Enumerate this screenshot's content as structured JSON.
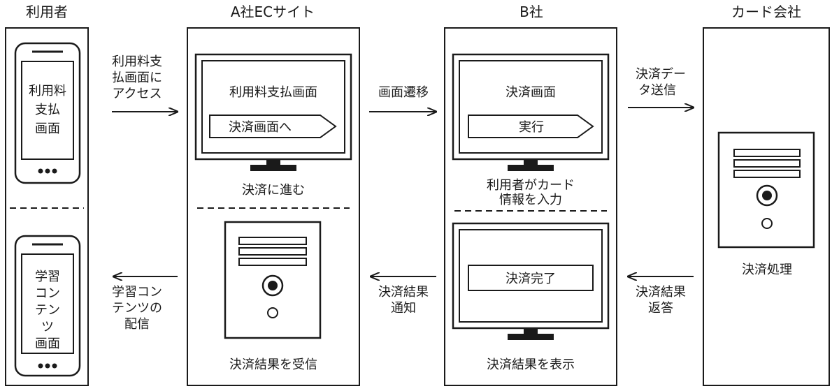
{
  "columns": {
    "user": {
      "title": "利用者"
    },
    "ec": {
      "title": "A社ECサイト"
    },
    "b": {
      "title": "B社"
    },
    "card": {
      "title": "カード会社"
    }
  },
  "user": {
    "phone_top_lines": [
      "利用料",
      "支払",
      "画面"
    ],
    "phone_bottom_lines": [
      "学習",
      "コン",
      "テン",
      "ツ",
      "画面"
    ]
  },
  "ec": {
    "monitor_title": "利用料支払画面",
    "monitor_button": "決済画面へ",
    "top_caption": "決済に進む",
    "bottom_caption": "決済結果を受信"
  },
  "b": {
    "monitor_title": "決済画面",
    "monitor_button": "実行",
    "top_caption_lines": [
      "利用者がカード",
      "情報を入力"
    ],
    "result_box": "決済完了",
    "bottom_caption": "決済結果を表示"
  },
  "card": {
    "caption": "決済処理"
  },
  "arrows": {
    "access": [
      "利用料支",
      "払画面に",
      "アクセス"
    ],
    "transition": [
      "画面遷移"
    ],
    "send": [
      "決済デー",
      "タ送信"
    ],
    "deliver": [
      "学習コン",
      "テンツの",
      "配信"
    ],
    "notify": [
      "決済結果",
      "通知"
    ],
    "reply": [
      "決済結果",
      "返答"
    ]
  }
}
